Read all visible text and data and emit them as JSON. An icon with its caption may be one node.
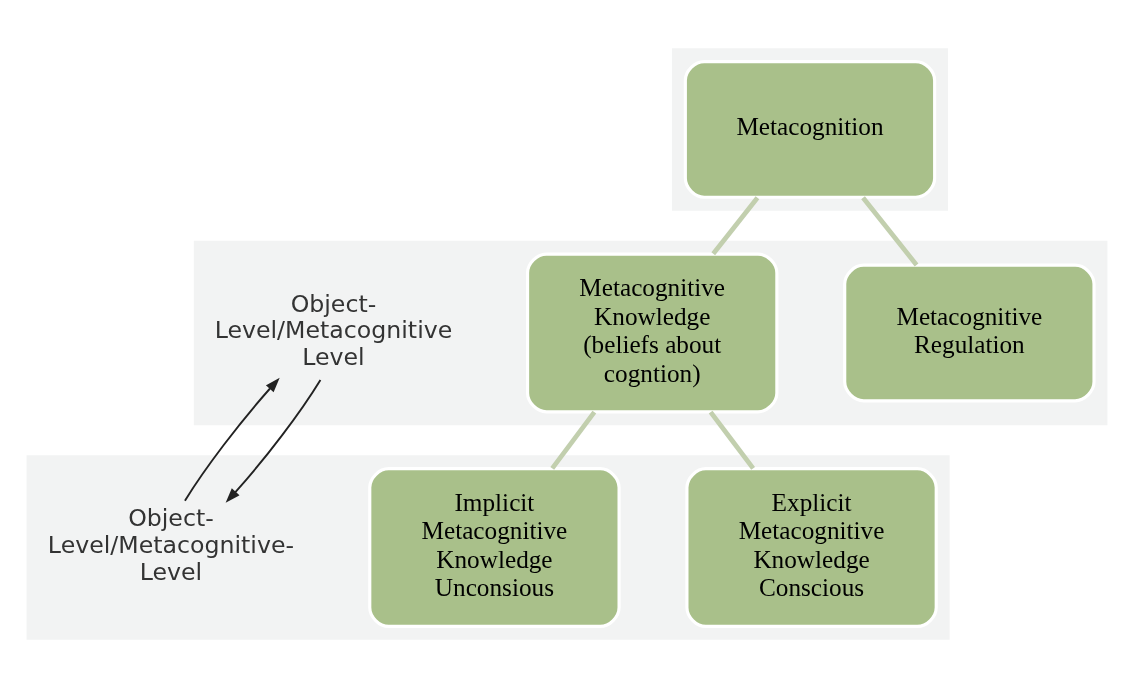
{
  "diagram": {
    "nodes": [
      {
        "text": [],
        "shape": "box"
      },
      {
        "text": [
          "Metacognition"
        ],
        "in": 0
      },
      {
        "text": [],
        "shape": "box"
      },
      {
        "text": [
          "Object- Level/Metacognitive Level"
        ],
        "in": 2
      },
      {
        "text": [
          "Metacognitive Knowledge",
          "(beliefs about cogntion)"
        ],
        "in": 2
      },
      {
        "text": [
          "Metacognitive Regulation"
        ],
        "in": 2
      },
      {
        "text": [],
        "shape": "box"
      },
      {
        "text": [
          "Object- Level/Metacognitive- Level"
        ],
        "in": 6
      },
      {
        "text": [
          "Implicit Metacognitive Knowledge",
          "Unconsious"
        ],
        "in": 6
      },
      {
        "text": [
          "Explicit Metacognitive Knowledge",
          "Conscious"
        ],
        "in": 6
      }
    ],
    "edges": [
      {
        "from": 1,
        "to": 4,
        "arrow": "none"
      },
      {
        "from": 1,
        "to": 5,
        "arrow": "none"
      },
      {
        "from": 4,
        "to": 8,
        "arrow": "none"
      },
      {
        "from": 4,
        "to": 9,
        "arrow": "none"
      },
      {
        "from": 3,
        "to": 7,
        "arrow": "to",
        "color": "#222222"
      },
      {
        "from": 7,
        "to": 3,
        "arrow": "to",
        "color": "#222222"
      }
    ]
  }
}
